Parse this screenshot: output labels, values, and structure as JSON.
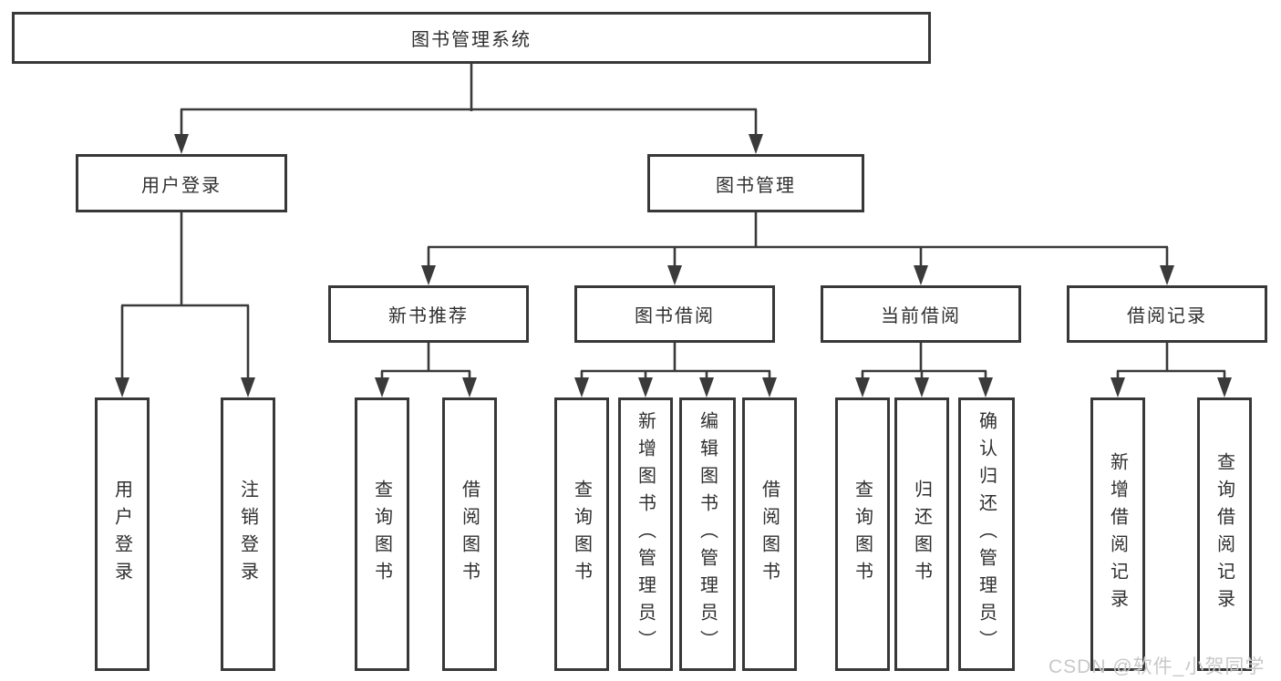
{
  "colors": {
    "line": "#3a3a3a",
    "box_border": "#383838",
    "box_fill": "#ffffff",
    "text": "#2f2f2f",
    "watermark": "#c8c8c8",
    "background": "#ffffff"
  },
  "diagram": {
    "root": {
      "label": "图书管理系统"
    },
    "level2": [
      {
        "label": "用户登录",
        "children": [
          {
            "label": "用户登录"
          },
          {
            "label": "注销登录"
          }
        ]
      },
      {
        "label": "图书管理",
        "modules": [
          {
            "label": "新书推荐",
            "children": [
              {
                "label": "查询图书"
              },
              {
                "label": "借阅图书"
              }
            ]
          },
          {
            "label": "图书借阅",
            "children": [
              {
                "label": "查询图书"
              },
              {
                "label": "新增图书（管理员）"
              },
              {
                "label": "编辑图书（管理员）"
              },
              {
                "label": "借阅图书"
              }
            ]
          },
          {
            "label": "当前借阅",
            "children": [
              {
                "label": "查询图书"
              },
              {
                "label": "归还图书"
              },
              {
                "label": "确认归还（管理员）"
              }
            ]
          },
          {
            "label": "借阅记录",
            "children": [
              {
                "label": "新增借阅记录"
              },
              {
                "label": "查询借阅记录"
              }
            ]
          }
        ]
      }
    ]
  },
  "watermark": {
    "text": "CSDN @软件_小贺同学"
  }
}
